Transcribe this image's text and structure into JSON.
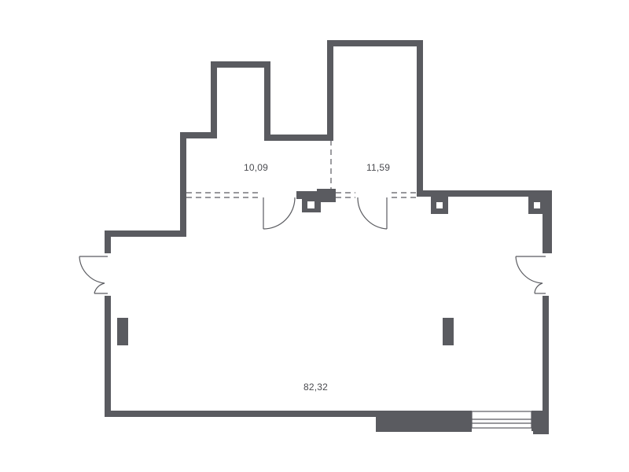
{
  "rooms": [
    {
      "id": "room-a",
      "area": "10,09"
    },
    {
      "id": "room-b",
      "area": "11,59"
    },
    {
      "id": "main-hall",
      "area": "82,32"
    }
  ],
  "colors": {
    "wall": "#5a5b60",
    "background": "#ffffff"
  }
}
